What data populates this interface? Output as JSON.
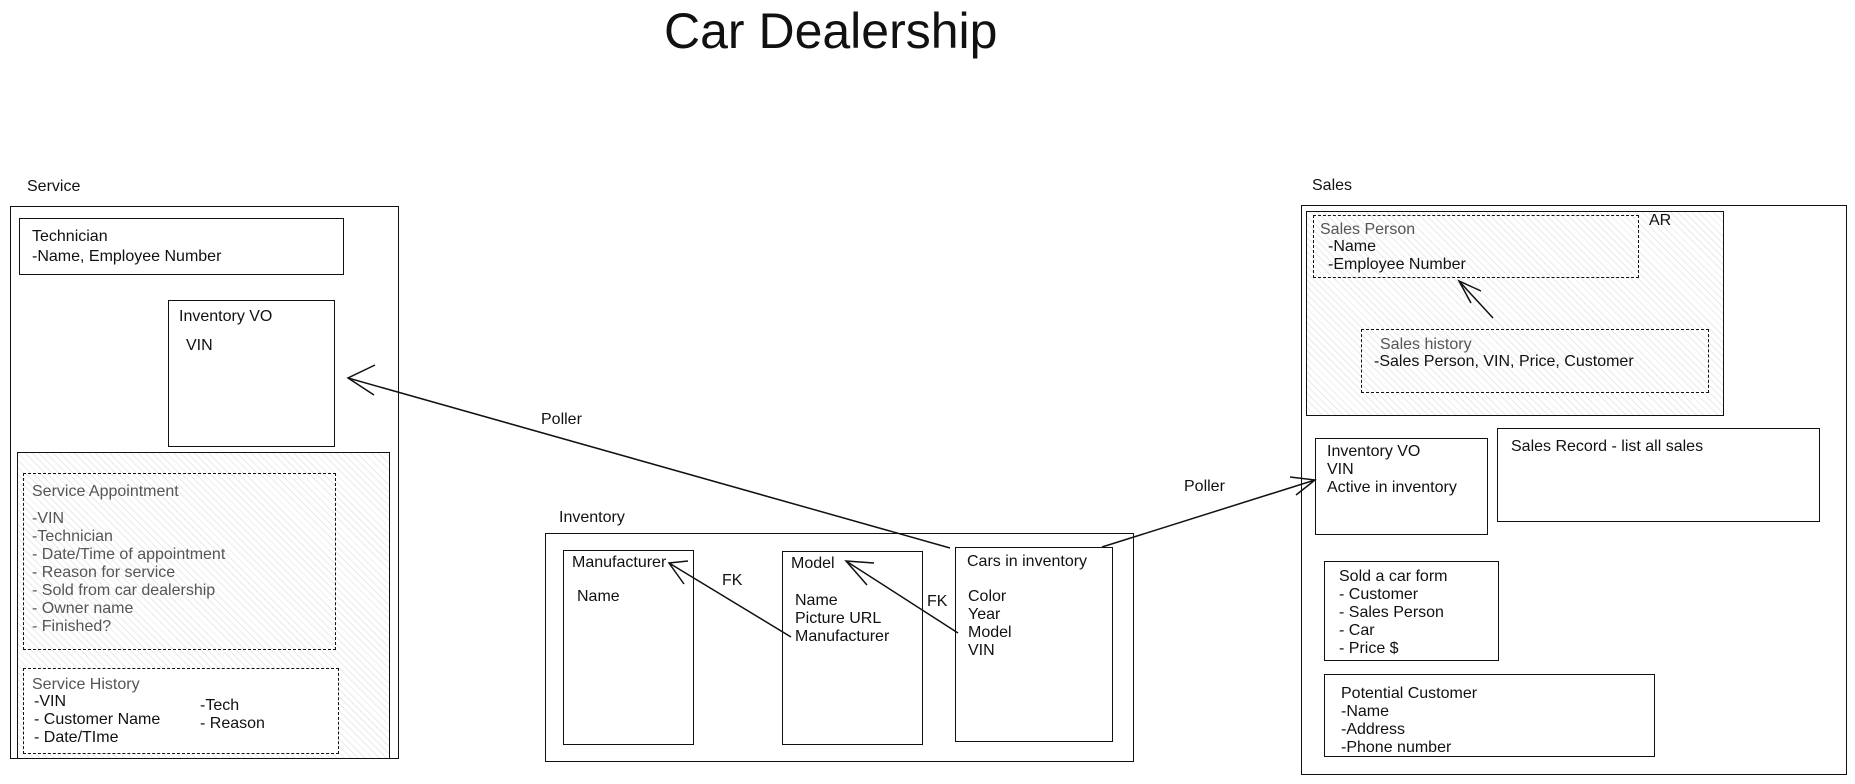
{
  "title": "Car Dealership",
  "sections": {
    "service": "Service",
    "inventory": "Inventory",
    "sales": "Sales"
  },
  "service": {
    "technician": {
      "title": "Technician",
      "lines": [
        "-Name, Employee Number"
      ]
    },
    "inventory_vo": {
      "title": "Inventory VO",
      "lines": [
        "VIN"
      ]
    },
    "service_appointment": {
      "title": "Service Appointment",
      "lines": [
        "-VIN",
        "-Technician",
        "- Date/Time of appointment",
        "- Reason for service",
        "- Sold from car dealership",
        "- Owner name",
        "- Finished?"
      ]
    },
    "service_history": {
      "title": "Service History",
      "lines_left": [
        "-VIN",
        "- Customer Name",
        "- Date/TIme"
      ],
      "lines_right": [
        "-Tech",
        "- Reason"
      ]
    }
  },
  "inventory": {
    "manufacturer": {
      "title": "Manufacturer",
      "lines": [
        "Name"
      ]
    },
    "model": {
      "title": "Model",
      "lines": [
        "Name",
        "Picture URL",
        "Manufacturer"
      ]
    },
    "cars": {
      "title": "Cars in inventory",
      "lines": [
        "Color",
        "Year",
        "Model",
        "VIN"
      ]
    }
  },
  "sales": {
    "ar_label": "AR",
    "sales_person": {
      "title": "Sales Person",
      "lines": [
        "-Name",
        "-Employee Number"
      ]
    },
    "sales_history": {
      "title": "Sales history",
      "lines": [
        "-Sales Person, VIN, Price, Customer"
      ]
    },
    "inventory_vo": {
      "title": "Inventory VO",
      "lines": [
        "VIN",
        "Active in inventory"
      ]
    },
    "sales_record": {
      "title": "Sales Record - list all sales"
    },
    "sold_car_form": {
      "title": "Sold a car form",
      "lines": [
        "- Customer",
        "- Sales Person",
        "- Car",
        "- Price $"
      ]
    },
    "potential_customer": {
      "title": "Potential Customer",
      "lines": [
        "-Name",
        "-Address",
        "-Phone number"
      ]
    }
  },
  "edges": {
    "poller_service": "Poller",
    "poller_sales": "Poller",
    "fk_model": "FK",
    "fk_cars": "FK"
  }
}
